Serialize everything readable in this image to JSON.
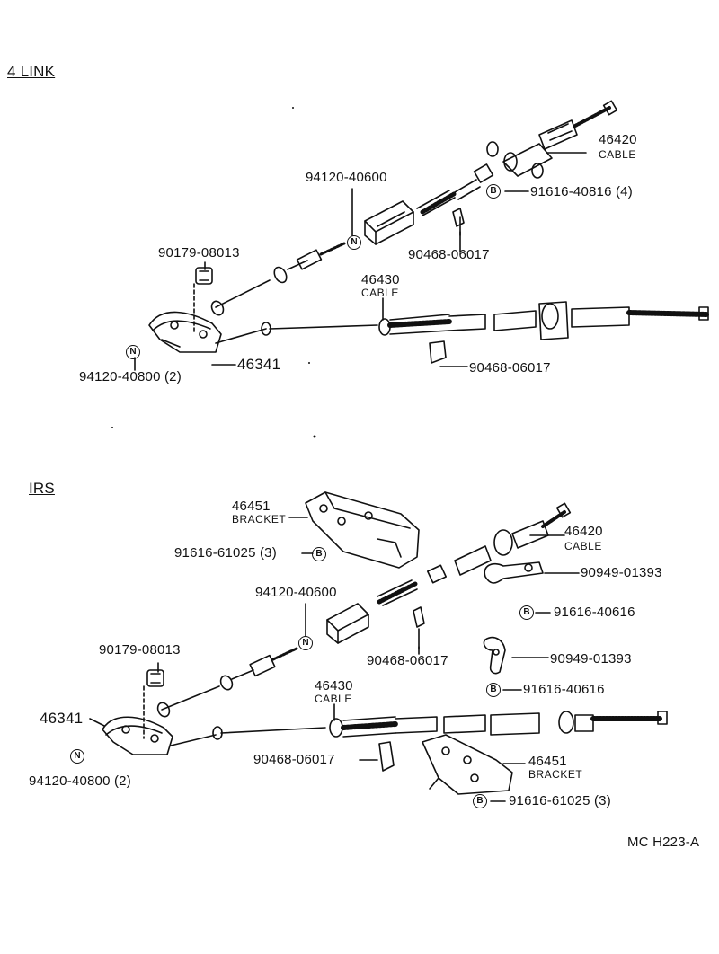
{
  "sections": {
    "four_link": "4 LINK",
    "irs": "IRS"
  },
  "badges": {
    "n": "N",
    "b": "B"
  },
  "footer_code": "MC H223-A",
  "four_link": {
    "cable_46420_num": "46420",
    "cable_46420_name": "CABLE",
    "part_94120_40600": "94120-40600",
    "part_91616_40816": "91616-40816 (4)",
    "part_90468_06017_a": "90468-06017",
    "part_90179_08013": "90179-08013",
    "cable_46430_num": "46430",
    "cable_46430_name": "CABLE",
    "part_90468_06017_b": "90468-06017",
    "part_46341": "46341",
    "part_94120_40800": "94120-40800 (2)"
  },
  "irs": {
    "bracket_46451_num": "46451",
    "bracket_46451_name": "BRACKET",
    "part_91616_61025_top": "91616-61025 (3)",
    "cable_46420_num": "46420",
    "cable_46420_name": "CABLE",
    "part_90949_01393_a": "90949-01393",
    "part_94120_40600": "94120-40600",
    "part_91616_40616_a": "91616-40616",
    "part_90468_06017_a": "90468-06017",
    "part_90949_01393_b": "90949-01393",
    "part_90179_08013": "90179-08013",
    "cable_46430_num": "46430",
    "cable_46430_name": "CABLE",
    "part_91616_40616_b": "91616-40616",
    "part_46341": "46341",
    "part_90468_06017_b": "90468-06017",
    "bracket_46451b_num": "46451",
    "bracket_46451b_name": "BRACKET",
    "part_94120_40800": "94120-40800 (2)",
    "part_91616_61025_bottom": "91616-61025 (3)"
  }
}
